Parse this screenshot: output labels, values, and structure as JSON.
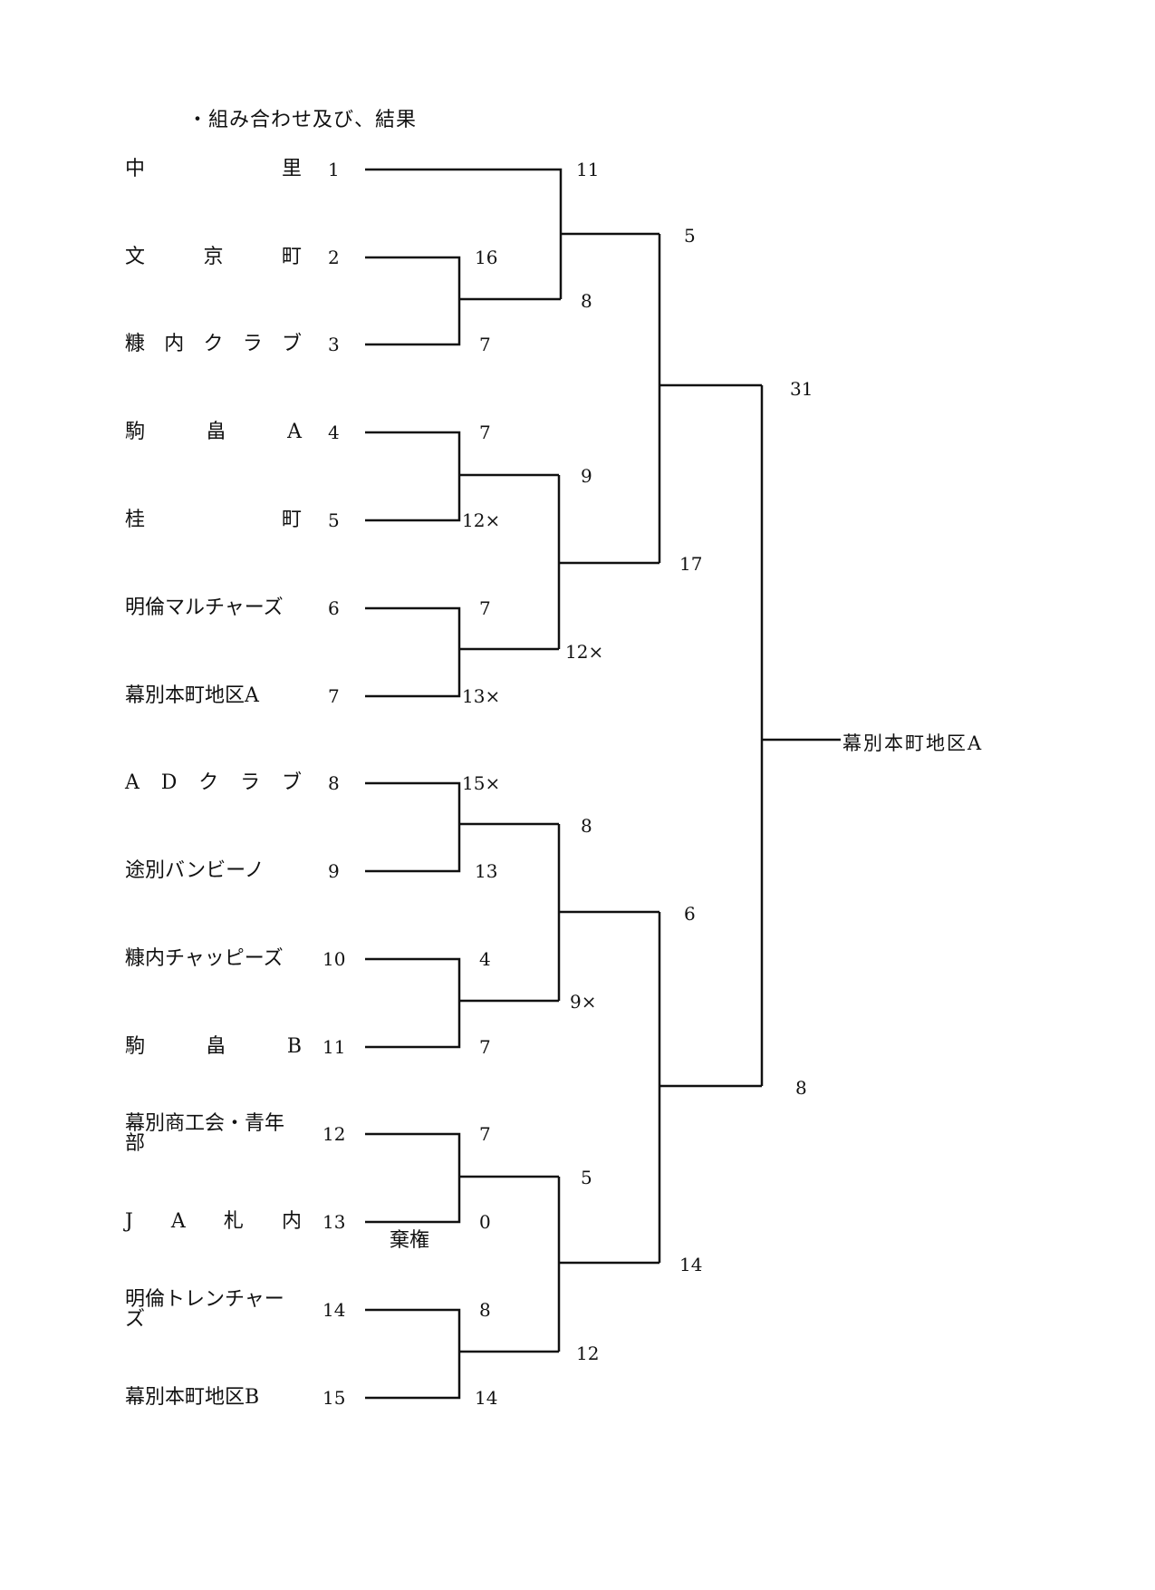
{
  "title": "・組み合わせ及び、結果",
  "teams": [
    {
      "seed": "1",
      "name": "中　里"
    },
    {
      "seed": "2",
      "name": "文　京　町"
    },
    {
      "seed": "3",
      "name": "糠　内　ク　ラ　ブ"
    },
    {
      "seed": "4",
      "name": "駒　畠　A"
    },
    {
      "seed": "5",
      "name": "桂　町"
    },
    {
      "seed": "6",
      "name": "明倫マルチャーズ"
    },
    {
      "seed": "7",
      "name": "幕別本町地区A"
    },
    {
      "seed": "8",
      "name": "A　D　ク　ラ　ブ"
    },
    {
      "seed": "9",
      "name": "途別バンビーノ"
    },
    {
      "seed": "10",
      "name": "糠内チャッピーズ"
    },
    {
      "seed": "11",
      "name": "駒　畠　B"
    },
    {
      "seed": "12",
      "name": "幕別商工会・青年部"
    },
    {
      "seed": "13",
      "name": "J　A　札　内"
    },
    {
      "seed": "14",
      "name": "明倫トレンチャーズ"
    },
    {
      "seed": "15",
      "name": "幕別本町地区B"
    }
  ],
  "scores": {
    "r1": [
      "16",
      "7",
      "7",
      "12×",
      "7",
      "13×",
      "15×",
      "13",
      "4",
      "7",
      "7",
      "0",
      "8",
      "14"
    ],
    "r2": [
      "11",
      "8",
      "9",
      "12×",
      "8",
      "9×",
      "5",
      "12"
    ],
    "r3": [
      "5",
      "17",
      "6",
      "14"
    ],
    "r4": [
      "31",
      "8"
    ]
  },
  "forfeit_label": "棄権",
  "champion": "幕別本町地区A"
}
